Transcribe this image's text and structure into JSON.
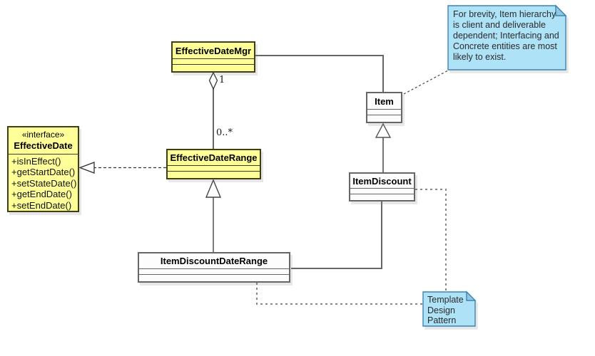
{
  "diagram": {
    "classes": {
      "effective_date_mgr": {
        "name": "EffectiveDateMgr"
      },
      "item": {
        "name": "Item"
      },
      "effective_date": {
        "stereotype": "«interface»",
        "name": "EffectiveDate",
        "methods": [
          "+isInEffect()",
          "+getStartDate()",
          "+setStateDate()",
          "+getEndDate()",
          "+setEndDate()"
        ]
      },
      "effective_date_range": {
        "name": "EffectiveDateRange"
      },
      "item_discount": {
        "name": "ItemDiscount"
      },
      "item_discount_date_range": {
        "name": "ItemDiscountDateRange"
      }
    },
    "edge_labels": {
      "aggregation_source_multiplicity": "1",
      "aggregation_target_multiplicity": "0..*"
    },
    "notes": {
      "item_hierarchy": {
        "text": "For brevity, Item hierarchy\nis client and deliverable\ndependent; Interfacing and\nConcrete entities are most\nlikely to exist."
      },
      "template_pattern": {
        "text": "Template\nDesign\nPattern"
      }
    },
    "colors": {
      "class_fill_yellow": "#FFFF99",
      "class_fill_white": "#FDFDFD",
      "note_fill": "#AEE2F7",
      "note_fold": "#8FC8E4",
      "note_border": "#3E84AE",
      "connector_gray": "#666666"
    }
  }
}
